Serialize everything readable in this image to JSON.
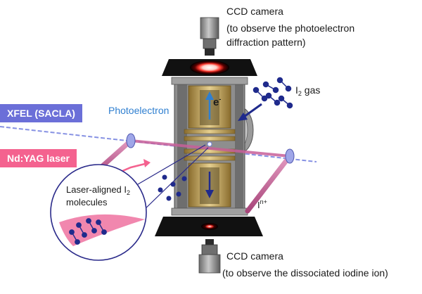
{
  "labels": {
    "ccd_top_title": "CCD camera",
    "ccd_top_note_1": "(to observe the photoelectron",
    "ccd_top_note_2": "diffraction pattern)",
    "ccd_bottom_title": "CCD camera",
    "ccd_bottom_note": "(to observe the dissociated iodine ion)",
    "i2_gas_prefix": "I",
    "i2_gas_sub": "2",
    "i2_gas_suffix": " gas",
    "photoelectron": "Photoelectron",
    "electron": "e",
    "electron_sup": "-",
    "xfel": "XFEL (SACLA)",
    "ndyag": "Nd:YAG laser",
    "laser_aligned_line1": "Laser-aligned I",
    "laser_aligned_sub": "2",
    "laser_aligned_line2": "molecules",
    "ion_prefix": "I",
    "ion_sup": "n+"
  },
  "colors": {
    "xfel_tag": "#6b6fd8",
    "ndyag_tag": "#f4628f",
    "xfel_beam": "#7a86e0",
    "laser_rod": "#c8609a",
    "photoelectron_text": "#2f7fd0",
    "molecule": "#1f2a8c",
    "chamber_gold": "#c9a963",
    "chamber_gray": "#8e8e8e",
    "callout_fill": "#f07aa5"
  }
}
